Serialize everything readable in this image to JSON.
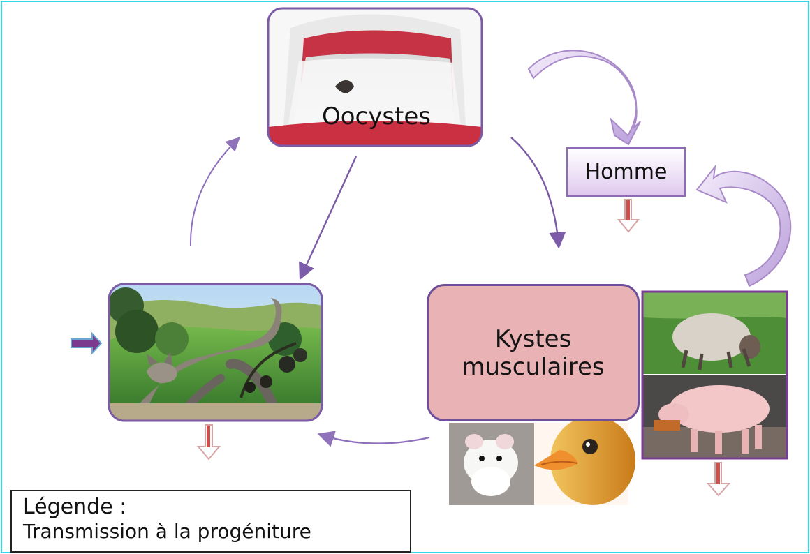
{
  "diagram": {
    "litter_label": "Oocystes",
    "cysts_label": "Kystes\nmusculaires",
    "human_label": "Homme",
    "legend_title": "Légende :",
    "legend_item": "Transmission à la progéniture",
    "colors": {
      "border_cyan": "#33d6e8",
      "purple": "#7b5aa6",
      "lavender": "#c9b2e6",
      "pink_box": "#e9b3b5",
      "red_arrow": "#c0504d"
    },
    "icons": [
      "cycle-arrow-icon",
      "transmission-arrow-icon",
      "entry-arrow-icon",
      "curved-arrow-icon"
    ]
  }
}
